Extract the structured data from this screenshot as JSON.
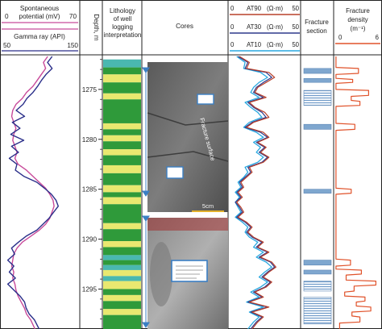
{
  "header": {
    "sp_title": "Spontaneous",
    "sp_unit": "potential (mV)",
    "sp_min": "0",
    "sp_max": "70",
    "gr_title": "Gamma ray (API)",
    "gr_min": "50",
    "gr_max": "150",
    "depth_title": "Depth, m",
    "lith_title_1": "Lithology",
    "lith_title_2": "of well",
    "lith_title_3": "logging",
    "lith_title_4": "interpretation",
    "cores_title": "Cores",
    "at90_label": "AT90",
    "at30_label": "AT30",
    "at10_label": "AT10",
    "res_unit": "(Ω·m)",
    "res_min": "0",
    "res_max": "50",
    "frac_section_1": "Fracture",
    "frac_section_2": "section",
    "density_title_1": "Fracture",
    "density_title_2": "density",
    "density_unit": "(m⁻¹)",
    "density_min": "0",
    "density_max": "6"
  },
  "depth_ticks": [
    "1275",
    "1280",
    "1285",
    "1290",
    "1295"
  ],
  "core_annotations": {
    "fracture_surface": "Fracture surface",
    "scale_bar": "5cm"
  },
  "colors": {
    "sp_curve": "#c84a9a",
    "gr_curve": "#2b2f8a",
    "at90": "#b8402a",
    "at30": "#2e3a8c",
    "at10": "#29a8e0",
    "density": "#e0522a",
    "lith_green": "#2f9a3a",
    "lith_yellow": "#e9e870",
    "lith_teal": "#4ab8b0",
    "fracture_fill": "#7fa7cf",
    "core_arrow": "#3b7fc4"
  },
  "depth_range_m": [
    1271.7,
    1299.0
  ],
  "lithology_bands": [
    {
      "top": 1272.0,
      "bottom": 1272.8,
      "type": "teal"
    },
    {
      "top": 1272.8,
      "bottom": 1273.5,
      "type": "green"
    },
    {
      "top": 1273.5,
      "bottom": 1274.3,
      "type": "yellow"
    },
    {
      "top": 1274.3,
      "bottom": 1275.4,
      "type": "green"
    },
    {
      "top": 1275.4,
      "bottom": 1276.0,
      "type": "yellow"
    },
    {
      "top": 1276.0,
      "bottom": 1278.4,
      "type": "green"
    },
    {
      "top": 1278.4,
      "bottom": 1279.0,
      "type": "yellow"
    },
    {
      "top": 1279.0,
      "bottom": 1279.6,
      "type": "green"
    },
    {
      "top": 1279.6,
      "bottom": 1280.2,
      "type": "yellow"
    },
    {
      "top": 1280.2,
      "bottom": 1281.0,
      "type": "green"
    },
    {
      "top": 1281.0,
      "bottom": 1281.6,
      "type": "yellow"
    },
    {
      "top": 1281.6,
      "bottom": 1282.6,
      "type": "green"
    },
    {
      "top": 1282.6,
      "bottom": 1283.4,
      "type": "yellow"
    },
    {
      "top": 1283.4,
      "bottom": 1284.6,
      "type": "green"
    },
    {
      "top": 1284.6,
      "bottom": 1285.3,
      "type": "yellow"
    },
    {
      "top": 1285.3,
      "bottom": 1285.8,
      "type": "green"
    },
    {
      "top": 1285.8,
      "bottom": 1286.5,
      "type": "yellow"
    },
    {
      "top": 1286.5,
      "bottom": 1288.4,
      "type": "green"
    },
    {
      "top": 1288.4,
      "bottom": 1289.0,
      "type": "yellow"
    },
    {
      "top": 1289.0,
      "bottom": 1290.2,
      "type": "green"
    },
    {
      "top": 1290.2,
      "bottom": 1290.8,
      "type": "yellow"
    },
    {
      "top": 1290.8,
      "bottom": 1291.6,
      "type": "green"
    },
    {
      "top": 1291.6,
      "bottom": 1292.1,
      "type": "teal"
    },
    {
      "top": 1292.1,
      "bottom": 1292.6,
      "type": "green"
    },
    {
      "top": 1292.6,
      "bottom": 1293.1,
      "type": "teal"
    },
    {
      "top": 1293.1,
      "bottom": 1293.7,
      "type": "yellow"
    },
    {
      "top": 1293.7,
      "bottom": 1294.2,
      "type": "teal"
    },
    {
      "top": 1294.2,
      "bottom": 1295.0,
      "type": "yellow"
    },
    {
      "top": 1295.0,
      "bottom": 1295.6,
      "type": "green"
    },
    {
      "top": 1295.6,
      "bottom": 1296.2,
      "type": "yellow"
    },
    {
      "top": 1296.2,
      "bottom": 1297.0,
      "type": "green"
    },
    {
      "top": 1297.0,
      "bottom": 1297.6,
      "type": "yellow"
    },
    {
      "top": 1297.6,
      "bottom": 1299.0,
      "type": "green"
    }
  ],
  "fracture_intervals": [
    {
      "top": 1272.9,
      "bottom": 1273.4,
      "style": "solid"
    },
    {
      "top": 1273.9,
      "bottom": 1274.3,
      "style": "solid"
    },
    {
      "top": 1275.1,
      "bottom": 1276.6,
      "style": "hatched"
    },
    {
      "top": 1278.5,
      "bottom": 1279.0,
      "style": "solid"
    },
    {
      "top": 1285.0,
      "bottom": 1285.4,
      "style": "solid"
    },
    {
      "top": 1292.1,
      "bottom": 1292.6,
      "style": "solid"
    },
    {
      "top": 1293.1,
      "bottom": 1293.5,
      "style": "solid"
    },
    {
      "top": 1294.2,
      "bottom": 1295.2,
      "style": "hatched"
    },
    {
      "top": 1295.8,
      "bottom": 1298.5,
      "style": "hatched"
    }
  ],
  "curves": {
    "sp_mv": [
      [
        1271.7,
        42
      ],
      [
        1272.3,
        38
      ],
      [
        1272.9,
        40
      ],
      [
        1273.5,
        36
      ],
      [
        1274.1,
        32
      ],
      [
        1274.7,
        28
      ],
      [
        1275.3,
        22
      ],
      [
        1275.9,
        18
      ],
      [
        1276.5,
        12
      ],
      [
        1277.1,
        9
      ],
      [
        1277.7,
        8
      ],
      [
        1278.3,
        10
      ],
      [
        1278.9,
        12
      ],
      [
        1279.5,
        10
      ],
      [
        1280.1,
        9
      ],
      [
        1280.7,
        11
      ],
      [
        1281.3,
        13
      ],
      [
        1281.9,
        11
      ],
      [
        1282.5,
        14
      ],
      [
        1283.1,
        22
      ],
      [
        1283.7,
        28
      ],
      [
        1284.3,
        34
      ],
      [
        1284.9,
        40
      ],
      [
        1285.5,
        44
      ],
      [
        1286.1,
        47
      ],
      [
        1286.7,
        48
      ],
      [
        1287.3,
        46
      ],
      [
        1287.9,
        44
      ],
      [
        1288.5,
        40
      ],
      [
        1289.1,
        34
      ],
      [
        1289.7,
        26
      ],
      [
        1290.3,
        18
      ],
      [
        1290.9,
        13
      ],
      [
        1291.5,
        10
      ],
      [
        1292.1,
        9
      ],
      [
        1292.7,
        8
      ],
      [
        1293.3,
        10
      ],
      [
        1293.9,
        9
      ],
      [
        1294.5,
        11
      ],
      [
        1295.1,
        12
      ],
      [
        1295.7,
        14
      ],
      [
        1296.3,
        17
      ],
      [
        1296.9,
        20
      ],
      [
        1297.5,
        22
      ],
      [
        1298.1,
        26
      ],
      [
        1299.0,
        30
      ]
    ],
    "gr_api": [
      [
        1271.7,
        116
      ],
      [
        1272.3,
        110
      ],
      [
        1272.9,
        116
      ],
      [
        1273.5,
        108
      ],
      [
        1274.1,
        102
      ],
      [
        1274.7,
        97
      ],
      [
        1275.3,
        91
      ],
      [
        1275.9,
        83
      ],
      [
        1276.5,
        78
      ],
      [
        1277.1,
        69
      ],
      [
        1277.7,
        80
      ],
      [
        1278.3,
        64
      ],
      [
        1278.9,
        74
      ],
      [
        1279.5,
        62
      ],
      [
        1280.1,
        79
      ],
      [
        1280.7,
        63
      ],
      [
        1281.3,
        72
      ],
      [
        1281.9,
        60
      ],
      [
        1282.5,
        70
      ],
      [
        1283.1,
        68
      ],
      [
        1283.7,
        79
      ],
      [
        1284.3,
        96
      ],
      [
        1284.9,
        106
      ],
      [
        1285.5,
        115
      ],
      [
        1286.1,
        121
      ],
      [
        1286.7,
        124
      ],
      [
        1287.3,
        118
      ],
      [
        1287.9,
        112
      ],
      [
        1288.5,
        104
      ],
      [
        1289.1,
        96
      ],
      [
        1289.7,
        82
      ],
      [
        1290.3,
        72
      ],
      [
        1290.9,
        63
      ],
      [
        1291.5,
        67
      ],
      [
        1292.1,
        58
      ],
      [
        1292.7,
        66
      ],
      [
        1293.3,
        60
      ],
      [
        1293.9,
        68
      ],
      [
        1294.5,
        58
      ],
      [
        1295.1,
        66
      ],
      [
        1295.7,
        74
      ],
      [
        1296.3,
        80
      ],
      [
        1296.9,
        82
      ],
      [
        1297.5,
        86
      ],
      [
        1298.1,
        93
      ],
      [
        1299.0,
        99
      ]
    ],
    "at90": [
      [
        1271.7,
        7
      ],
      [
        1272.3,
        14
      ],
      [
        1272.9,
        12
      ],
      [
        1273.3,
        28
      ],
      [
        1273.8,
        32
      ],
      [
        1274.3,
        26
      ],
      [
        1274.8,
        20
      ],
      [
        1275.3,
        18
      ],
      [
        1275.8,
        26
      ],
      [
        1276.3,
        14
      ],
      [
        1276.8,
        18
      ],
      [
        1277.3,
        25
      ],
      [
        1277.8,
        28
      ],
      [
        1278.3,
        17
      ],
      [
        1278.8,
        12
      ],
      [
        1279.3,
        24
      ],
      [
        1279.8,
        28
      ],
      [
        1280.3,
        20
      ],
      [
        1280.8,
        26
      ],
      [
        1281.3,
        22
      ],
      [
        1281.8,
        28
      ],
      [
        1282.3,
        24
      ],
      [
        1282.8,
        14
      ],
      [
        1283.3,
        16
      ],
      [
        1283.8,
        12
      ],
      [
        1284.3,
        8
      ],
      [
        1284.8,
        10
      ],
      [
        1285.3,
        6
      ],
      [
        1285.8,
        9
      ],
      [
        1286.3,
        5
      ],
      [
        1286.8,
        8
      ],
      [
        1287.3,
        10
      ],
      [
        1287.8,
        6
      ],
      [
        1288.3,
        12
      ],
      [
        1288.8,
        16
      ],
      [
        1289.3,
        13
      ],
      [
        1289.8,
        17
      ],
      [
        1290.3,
        24
      ],
      [
        1290.8,
        20
      ],
      [
        1291.3,
        28
      ],
      [
        1291.8,
        22
      ],
      [
        1292.3,
        30
      ],
      [
        1292.8,
        33
      ],
      [
        1293.3,
        28
      ],
      [
        1293.8,
        24
      ],
      [
        1294.3,
        30
      ],
      [
        1294.8,
        26
      ],
      [
        1295.3,
        18
      ],
      [
        1295.8,
        24
      ],
      [
        1296.3,
        14
      ],
      [
        1296.8,
        28
      ],
      [
        1297.3,
        16
      ],
      [
        1297.8,
        24
      ],
      [
        1298.3,
        20
      ],
      [
        1299.0,
        16
      ]
    ],
    "at30": [
      [
        1271.7,
        6
      ],
      [
        1272.3,
        13
      ],
      [
        1272.9,
        11
      ],
      [
        1273.3,
        26
      ],
      [
        1273.8,
        30
      ],
      [
        1274.3,
        24
      ],
      [
        1274.8,
        19
      ],
      [
        1275.3,
        17
      ],
      [
        1275.8,
        24
      ],
      [
        1276.3,
        13
      ],
      [
        1276.8,
        17
      ],
      [
        1277.3,
        23
      ],
      [
        1277.8,
        26
      ],
      [
        1278.3,
        16
      ],
      [
        1278.8,
        11
      ],
      [
        1279.3,
        22
      ],
      [
        1279.8,
        27
      ],
      [
        1280.3,
        19
      ],
      [
        1280.8,
        25
      ],
      [
        1281.3,
        21
      ],
      [
        1281.8,
        27
      ],
      [
        1282.3,
        23
      ],
      [
        1282.8,
        13
      ],
      [
        1283.3,
        15
      ],
      [
        1283.8,
        11
      ],
      [
        1284.3,
        7
      ],
      [
        1284.8,
        9
      ],
      [
        1285.3,
        5
      ],
      [
        1285.8,
        8
      ],
      [
        1286.3,
        4
      ],
      [
        1286.8,
        7
      ],
      [
        1287.3,
        9
      ],
      [
        1287.8,
        5
      ],
      [
        1288.3,
        11
      ],
      [
        1288.8,
        15
      ],
      [
        1289.3,
        12
      ],
      [
        1289.8,
        16
      ],
      [
        1290.3,
        23
      ],
      [
        1290.8,
        19
      ],
      [
        1291.3,
        27
      ],
      [
        1291.8,
        21
      ],
      [
        1292.3,
        29
      ],
      [
        1292.8,
        32
      ],
      [
        1293.3,
        27
      ],
      [
        1293.8,
        23
      ],
      [
        1294.3,
        29
      ],
      [
        1294.8,
        25
      ],
      [
        1295.3,
        17
      ],
      [
        1295.8,
        23
      ],
      [
        1296.3,
        13
      ],
      [
        1296.8,
        27
      ],
      [
        1297.3,
        15
      ],
      [
        1297.8,
        23
      ],
      [
        1298.3,
        19
      ],
      [
        1299.0,
        15
      ]
    ],
    "at10": [
      [
        1271.7,
        5
      ],
      [
        1272.3,
        11
      ],
      [
        1272.9,
        10
      ],
      [
        1273.3,
        22
      ],
      [
        1273.8,
        27
      ],
      [
        1274.3,
        21
      ],
      [
        1274.8,
        17
      ],
      [
        1275.3,
        15
      ],
      [
        1275.8,
        21
      ],
      [
        1276.3,
        11
      ],
      [
        1276.8,
        15
      ],
      [
        1277.3,
        20
      ],
      [
        1277.8,
        23
      ],
      [
        1278.3,
        14
      ],
      [
        1278.8,
        10
      ],
      [
        1279.3,
        19
      ],
      [
        1279.8,
        24
      ],
      [
        1280.3,
        17
      ],
      [
        1280.8,
        22
      ],
      [
        1281.3,
        19
      ],
      [
        1281.8,
        24
      ],
      [
        1282.3,
        20
      ],
      [
        1282.8,
        11
      ],
      [
        1283.3,
        13
      ],
      [
        1283.8,
        10
      ],
      [
        1284.3,
        6
      ],
      [
        1284.8,
        8
      ],
      [
        1285.3,
        4
      ],
      [
        1285.8,
        7
      ],
      [
        1286.3,
        4
      ],
      [
        1286.8,
        6
      ],
      [
        1287.3,
        8
      ],
      [
        1287.8,
        4
      ],
      [
        1288.3,
        9
      ],
      [
        1288.8,
        13
      ],
      [
        1289.3,
        11
      ],
      [
        1289.8,
        14
      ],
      [
        1290.3,
        20
      ],
      [
        1290.8,
        17
      ],
      [
        1291.3,
        24
      ],
      [
        1291.8,
        19
      ],
      [
        1292.3,
        26
      ],
      [
        1292.8,
        30
      ],
      [
        1293.3,
        25
      ],
      [
        1293.8,
        21
      ],
      [
        1294.3,
        27
      ],
      [
        1294.8,
        22
      ],
      [
        1295.3,
        15
      ],
      [
        1295.8,
        21
      ],
      [
        1296.3,
        12
      ],
      [
        1296.8,
        24
      ],
      [
        1297.3,
        14
      ],
      [
        1297.8,
        21
      ],
      [
        1298.3,
        17
      ],
      [
        1299.0,
        13
      ]
    ],
    "fracture_density": [
      [
        1271.7,
        0.1
      ],
      [
        1272.8,
        0.1
      ],
      [
        1272.9,
        3.2
      ],
      [
        1273.4,
        3.2
      ],
      [
        1273.5,
        0.1
      ],
      [
        1273.9,
        0.1
      ],
      [
        1274.0,
        2.4
      ],
      [
        1274.3,
        2.4
      ],
      [
        1274.4,
        0.1
      ],
      [
        1275.0,
        0.1
      ],
      [
        1275.1,
        4.6
      ],
      [
        1275.6,
        4.6
      ],
      [
        1275.7,
        2.2
      ],
      [
        1276.1,
        2.2
      ],
      [
        1276.2,
        3.4
      ],
      [
        1276.6,
        3.4
      ],
      [
        1276.7,
        0.1
      ],
      [
        1278.4,
        0.1
      ],
      [
        1278.5,
        2.7
      ],
      [
        1279.0,
        2.7
      ],
      [
        1279.1,
        0.1
      ],
      [
        1284.9,
        0.1
      ],
      [
        1285.0,
        2.2
      ],
      [
        1285.4,
        2.2
      ],
      [
        1285.5,
        0.1
      ],
      [
        1292.0,
        0.1
      ],
      [
        1292.1,
        2.1
      ],
      [
        1292.6,
        2.1
      ],
      [
        1292.7,
        0.1
      ],
      [
        1293.0,
        0.1
      ],
      [
        1293.1,
        3.6
      ],
      [
        1293.5,
        3.6
      ],
      [
        1293.6,
        1.5
      ],
      [
        1294.1,
        1.5
      ],
      [
        1294.2,
        5.6
      ],
      [
        1294.6,
        5.6
      ],
      [
        1294.7,
        2.6
      ],
      [
        1295.2,
        2.6
      ],
      [
        1295.3,
        1.3
      ],
      [
        1295.7,
        1.3
      ],
      [
        1295.8,
        4.1
      ],
      [
        1296.2,
        4.1
      ],
      [
        1296.3,
        2.9
      ],
      [
        1296.7,
        2.9
      ],
      [
        1296.8,
        4.9
      ],
      [
        1297.2,
        4.9
      ],
      [
        1297.3,
        2.3
      ],
      [
        1297.7,
        2.3
      ],
      [
        1297.8,
        3.4
      ],
      [
        1298.3,
        3.4
      ],
      [
        1298.4,
        0.6
      ],
      [
        1299.0,
        0.6
      ]
    ]
  }
}
